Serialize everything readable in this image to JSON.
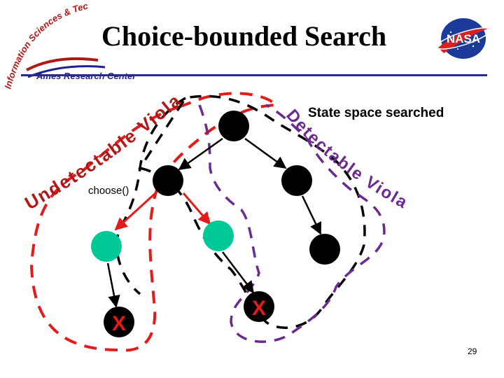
{
  "slide": {
    "title": "Choice-bounded Search",
    "state_label": "State space searched",
    "choose_label": "choose()",
    "page_number": "29",
    "error_marker": "X",
    "left_region_label": "Undetectable Violation",
    "right_region_label": "Detectable Violation"
  },
  "logos": {
    "ames_arc_text": "Information Sciences & Technology",
    "ames_center_text": "Ames Research Center",
    "nasa_text": "NASA"
  },
  "colors": {
    "red": "#e31b1b",
    "purple": "#6b2a8f",
    "black_node": "#000000",
    "teal_node": "#00c896",
    "error_red": "#e31b1b",
    "rule": "#2b2b8f"
  }
}
